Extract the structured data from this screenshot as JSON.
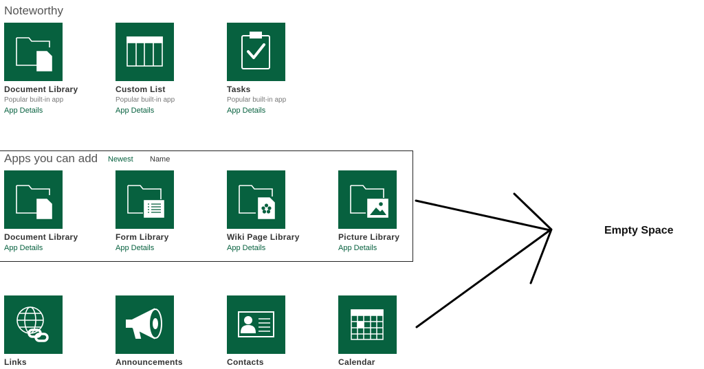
{
  "noteworthy": {
    "heading": "Noteworthy",
    "apps": [
      {
        "name": "Document Library",
        "subtitle": "Popular built-in app",
        "link": "App Details",
        "icon": "document-library-icon"
      },
      {
        "name": "Custom List",
        "subtitle": "Popular built-in app",
        "link": "App Details",
        "icon": "custom-list-icon"
      },
      {
        "name": "Tasks",
        "subtitle": "Popular built-in app",
        "link": "App Details",
        "icon": "tasks-clipboard-icon"
      }
    ]
  },
  "apps_you_can_add": {
    "heading": "Apps you can add",
    "sort_newest": "Newest",
    "sort_name": "Name",
    "apps": [
      {
        "name": "Document Library",
        "link": "App Details",
        "icon": "document-library-icon"
      },
      {
        "name": "Form Library",
        "link": "App Details",
        "icon": "form-library-icon"
      },
      {
        "name": "Wiki Page Library",
        "link": "App Details",
        "icon": "wiki-page-library-icon"
      },
      {
        "name": "Picture Library",
        "link": "App Details",
        "icon": "picture-library-icon"
      }
    ]
  },
  "more_apps": [
    {
      "name": "Links",
      "icon": "globe-link-icon"
    },
    {
      "name": "Announcements",
      "icon": "megaphone-icon"
    },
    {
      "name": "Contacts",
      "icon": "contact-card-icon"
    },
    {
      "name": "Calendar",
      "icon": "calendar-icon"
    }
  ],
  "annotation": {
    "text": "Empty Space"
  },
  "colors": {
    "tile": "#07613f",
    "link": "#07613f",
    "annotation_stroke": "#000000"
  }
}
